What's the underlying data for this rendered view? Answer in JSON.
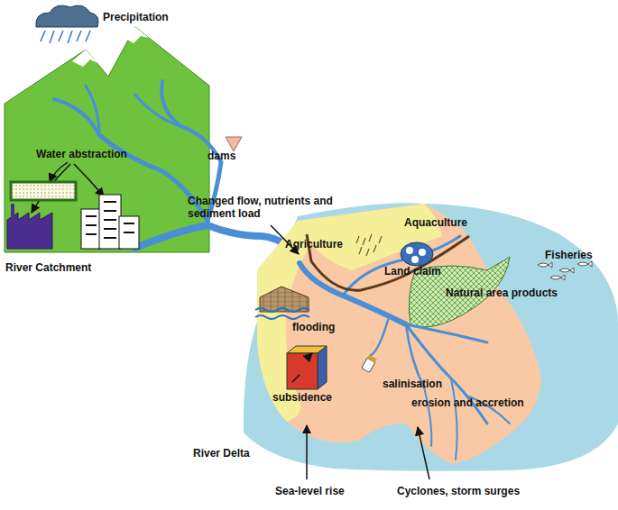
{
  "diagram": {
    "labels": [
      "Precipitation",
      "Water abstraction",
      "dams",
      "Changed flow, nutrients and sediment load",
      "River Catchment",
      "Aquaculture",
      "Fisheries",
      "Agriculture",
      "Land claim",
      "Natural area products",
      "flooding",
      "salinisation",
      "subsidence",
      "erosion and accretion",
      "River Delta",
      "Sea-level rise",
      "Cyclones, storm surges"
    ]
  }
}
